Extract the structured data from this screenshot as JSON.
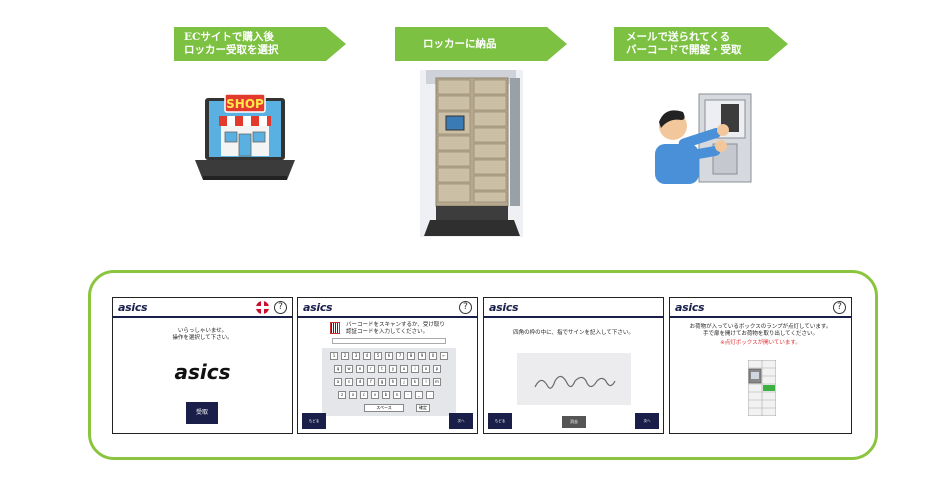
{
  "steps": [
    {
      "line1": "ECサイトで購入後",
      "line2": "ロッカー受取を選択",
      "icon": "laptop-shop-icon"
    },
    {
      "line1": "ロッカーに納品",
      "line2": "",
      "icon": "locker-photo"
    },
    {
      "line1": "メールで送られてくる",
      "line2": "バーコードで開錠・受取",
      "icon": "person-opening-locker-icon"
    }
  ],
  "shop_sign": "SHOP",
  "screens": {
    "logo_text": "asics",
    "help_symbol": "?",
    "screen1": {
      "message_line1": "いらっしゃいませ。",
      "message_line2": "操作を選択して下さい。",
      "brand": "asics",
      "button": "受取"
    },
    "screen2": {
      "message_line1": "バーコードをスキャンするか、受け取り",
      "message_line2": "認証コードを入力してください。",
      "space_key": "スペース",
      "enter_key": "確定",
      "back_button": "もどる",
      "next_button": "次へ",
      "keys_row1": [
        "1",
        "2",
        "3",
        "4",
        "5",
        "6",
        "7",
        "8",
        "9",
        "0",
        "←"
      ],
      "keys_row2": [
        "q",
        "w",
        "e",
        "r",
        "t",
        "y",
        "u",
        "i",
        "o",
        "p"
      ],
      "keys_row3": [
        "a",
        "s",
        "d",
        "f",
        "g",
        "h",
        "j",
        "k",
        "l",
        "m"
      ],
      "keys_row4": [
        "z",
        "x",
        "c",
        "v",
        "b",
        "n",
        "-",
        "_",
        "."
      ]
    },
    "screen3": {
      "message": "四角の枠の中に、指でサインを記入して下さい。",
      "clear_button": "消去",
      "back_button": "もどる",
      "next_button": "次へ"
    },
    "screen4": {
      "message_line1": "お荷物が入っているボックスのランプが点灯しています。",
      "message_line2": "手で扉を開けてお荷物を取り出してください。",
      "notice": "※点灯ボックスが開いています。"
    }
  },
  "colors": {
    "arrow_green": "#7dc143",
    "frame_green": "#8bc53f",
    "navy": "#1a1f4a",
    "lamp_green": "#3cb043"
  }
}
